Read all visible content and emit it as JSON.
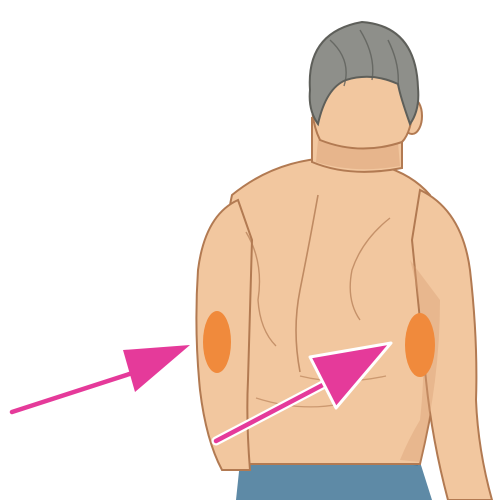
{
  "illustration": {
    "subject": "man-back-view",
    "icons": [
      "back-of-upper-arm-injection-site-marker",
      "pointer-arrow"
    ]
  },
  "colors": {
    "background": "#ffffff",
    "skin": "#f2c79f",
    "skin_shadow": "#d9a075",
    "skin_outline": "#b27a52",
    "hair": "#8e8f8a",
    "hair_dark": "#5e5f5a",
    "trousers": "#5e8aa6",
    "injection_site": "#f08a3c",
    "arrow": "#e53a9a"
  },
  "markers": [
    {
      "name": "left-arm-injection-site"
    },
    {
      "name": "right-arm-injection-site"
    }
  ]
}
